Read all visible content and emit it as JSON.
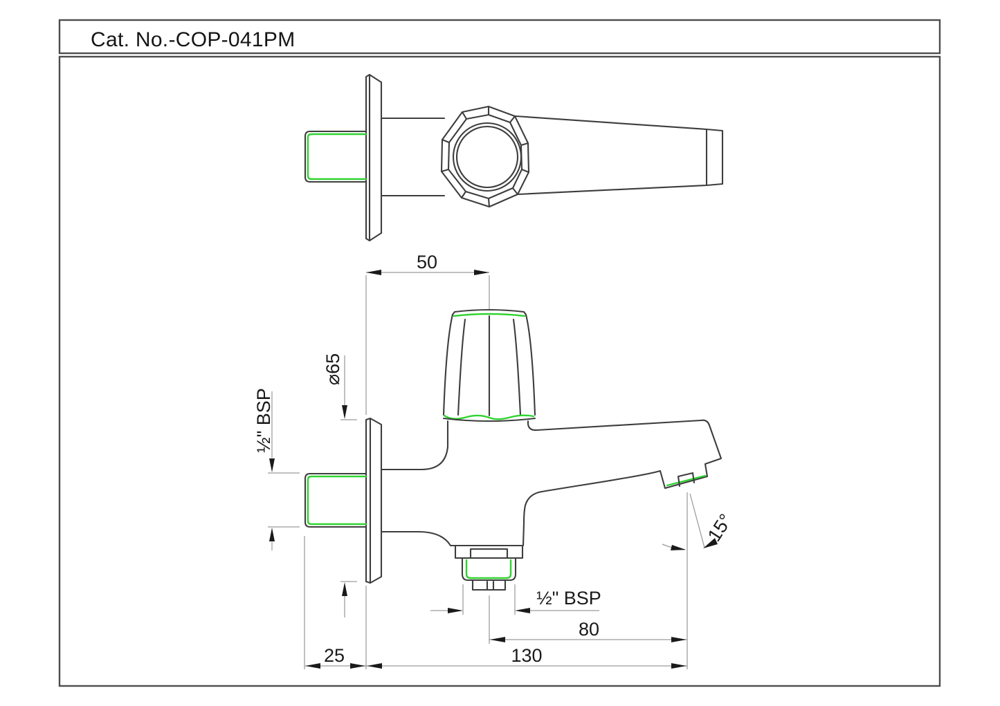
{
  "title": "Cat. No.-COP-041PM",
  "colors": {
    "accent_green": "#2fd32f",
    "drawing_line": "#3d3d3d",
    "dimension_line": "#9a9a9a",
    "text": "#1a1a1a"
  },
  "dimensions": {
    "handle_offset": "50",
    "flange_diameter": "⌀65",
    "inlet_thread": "½\" BSP",
    "outlet_thread": "½\" BSP",
    "spout_angle": "15°",
    "wall_clearance": "25",
    "outlet_to_spout_tip": "80",
    "overall_length": "130"
  }
}
